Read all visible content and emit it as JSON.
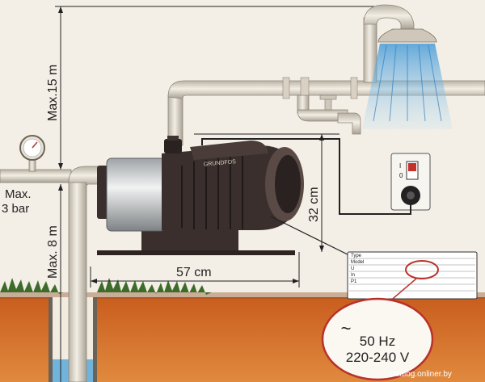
{
  "labels": {
    "max_height": "Max.15 m",
    "max_pressure_line1": "Max.",
    "max_pressure_line2": "3 bar",
    "max_depth": "Max. 8 m",
    "width": "57 cm",
    "height": "32 cm",
    "brand": "GRUNDFOS",
    "frequency": "50 Hz",
    "voltage": "220-240 V",
    "ac_symbol": "~",
    "watermark": "catalog.onliner.by"
  },
  "nameplate": {
    "rows": [
      "Type",
      "Model",
      "U",
      "In",
      "P1",
      "",
      ""
    ]
  },
  "switch_labels": {
    "on": "I",
    "off": "0"
  },
  "colors": {
    "background": "#f4efe6",
    "soil": "#d9742c",
    "water": "#5aa9d8",
    "highlight": "#b8322a",
    "pump_dark": "#3a2f2c",
    "pipe": "#e8e2d6"
  }
}
